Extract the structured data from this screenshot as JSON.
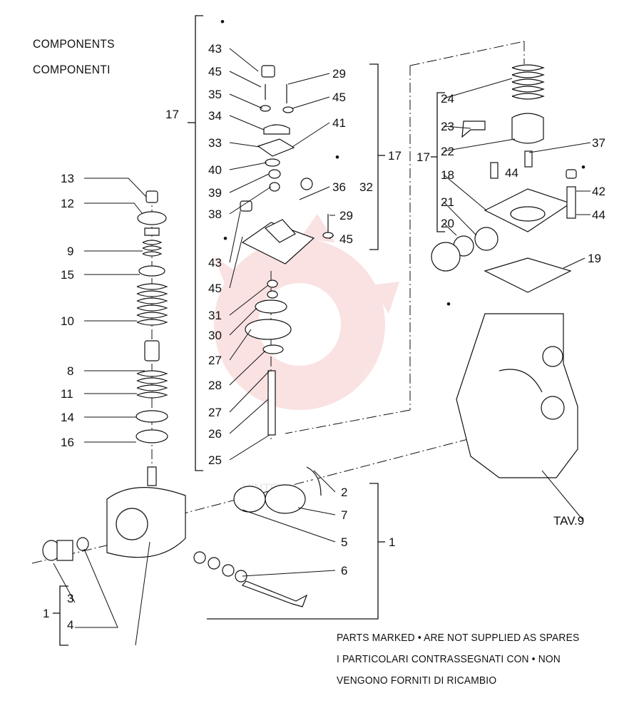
{
  "heading": {
    "line1": "COMPONENTS",
    "line2": "COMPONENTI"
  },
  "watermark": "VINTEX",
  "reference_label": "TAV.9",
  "bullet_symbol": "•",
  "footnote": {
    "line1": "PARTS MARKED • ARE NOT SUPPLIED AS SPARES",
    "line2": "I PARTICOLARI CONTRASSEGNATI CON • NON",
    "line3": "VENGONO FORNITI DI RICAMBIO"
  },
  "callouts": {
    "left_column": [
      "13",
      "12",
      "9",
      "15",
      "10",
      "8",
      "11",
      "14",
      "16"
    ],
    "center_column": [
      "43",
      "45",
      "35",
      "34",
      "33",
      "40",
      "39",
      "38",
      "43",
      "45",
      "31",
      "30",
      "27",
      "28",
      "27",
      "26",
      "25"
    ],
    "center_right": [
      "29",
      "45",
      "41",
      "36",
      "32",
      "29",
      "45"
    ],
    "group_17": [
      "17",
      "17",
      "17"
    ],
    "right_group": [
      "24",
      "23",
      "22",
      "18",
      "21",
      "20",
      "37",
      "44",
      "42",
      "44",
      "19"
    ],
    "bottom": [
      "2",
      "7",
      "5",
      "6",
      "1",
      "3",
      "4",
      "1"
    ]
  },
  "colors": {
    "ink": "#111111",
    "watermark": "#f2c4c4"
  }
}
